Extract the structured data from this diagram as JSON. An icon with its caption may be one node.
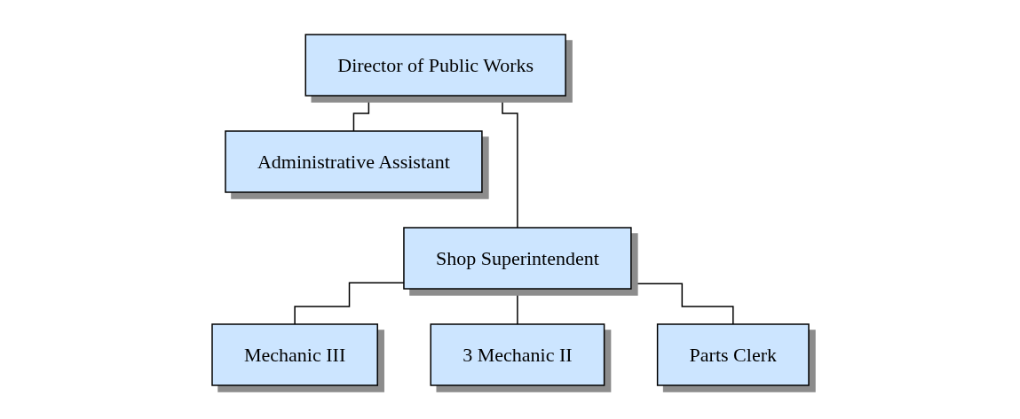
{
  "diagram": {
    "nodes": [
      {
        "text": [
          "Director of Public Works"
        ]
      },
      {
        "text": [
          "Administrative Assistant"
        ]
      },
      {
        "text": [
          "Shop Superintendent"
        ]
      },
      {
        "text": [
          "Mechanic III"
        ]
      },
      {
        "text": [
          "3 Mechanic II"
        ]
      },
      {
        "text": [
          "Parts Clerk"
        ]
      }
    ],
    "edges": [
      {
        "from": 0,
        "to": 1,
        "arrow": "none"
      },
      {
        "from": 0,
        "to": 2,
        "arrow": "none"
      },
      {
        "from": 2,
        "to": 3,
        "arrow": "none"
      },
      {
        "from": 2,
        "to": 4,
        "arrow": "none"
      },
      {
        "from": 2,
        "to": 5,
        "arrow": "none"
      }
    ]
  }
}
